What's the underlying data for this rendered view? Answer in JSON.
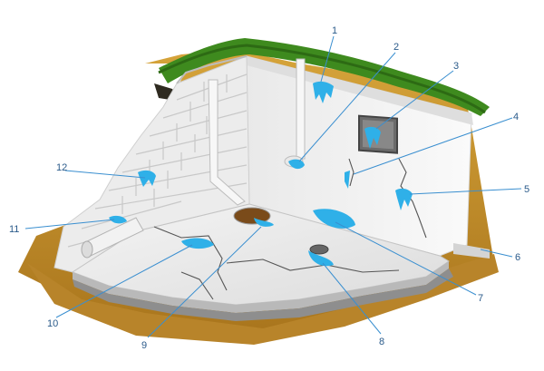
{
  "colors": {
    "leader": "#3a8fd0",
    "water": "#2fb0e8",
    "grass": "#3e8a1e",
    "soil": "#c9962e",
    "wall": "#f2f2f2",
    "floor": "#eeeeee",
    "crack": "#555555",
    "number": "#2a5a8a"
  },
  "callouts": [
    {
      "id": "1",
      "label": "1"
    },
    {
      "id": "2",
      "label": "2"
    },
    {
      "id": "3",
      "label": "3"
    },
    {
      "id": "4",
      "label": "4"
    },
    {
      "id": "5",
      "label": "5"
    },
    {
      "id": "6",
      "label": "6"
    },
    {
      "id": "7",
      "label": "7"
    },
    {
      "id": "8",
      "label": "8"
    },
    {
      "id": "9",
      "label": "9"
    },
    {
      "id": "10",
      "label": "10"
    },
    {
      "id": "11",
      "label": "11"
    },
    {
      "id": "12",
      "label": "12"
    }
  ]
}
